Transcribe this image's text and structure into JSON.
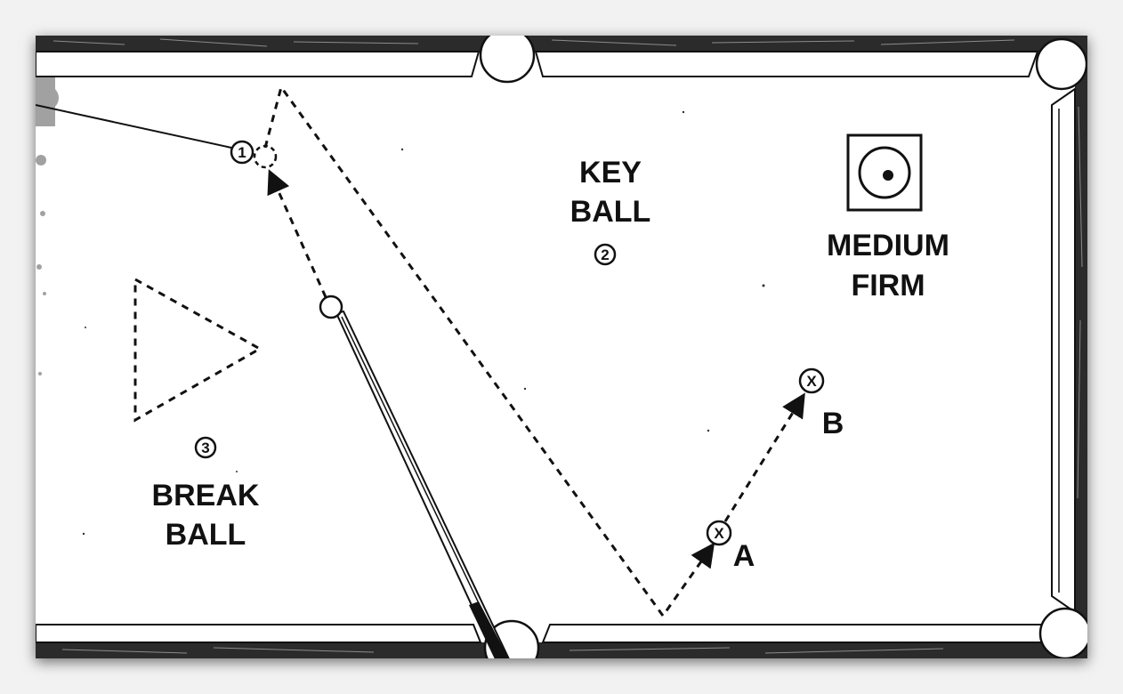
{
  "diagram": {
    "key_ball": {
      "line1": "KEY",
      "line2": "BALL",
      "number": "2"
    },
    "break_ball": {
      "line1": "BREAK",
      "line2": "BALL",
      "number": "3"
    },
    "object_ball": {
      "number": "1"
    },
    "cue_tip": {
      "line1": "MEDIUM",
      "line2": "FIRM"
    },
    "target_a": {
      "label": "A",
      "mark": "X"
    },
    "target_b": {
      "label": "B",
      "mark": "X"
    }
  },
  "colors": {
    "ink": "#111111",
    "paper": "#ffffff",
    "background": "#f2f2f2"
  }
}
